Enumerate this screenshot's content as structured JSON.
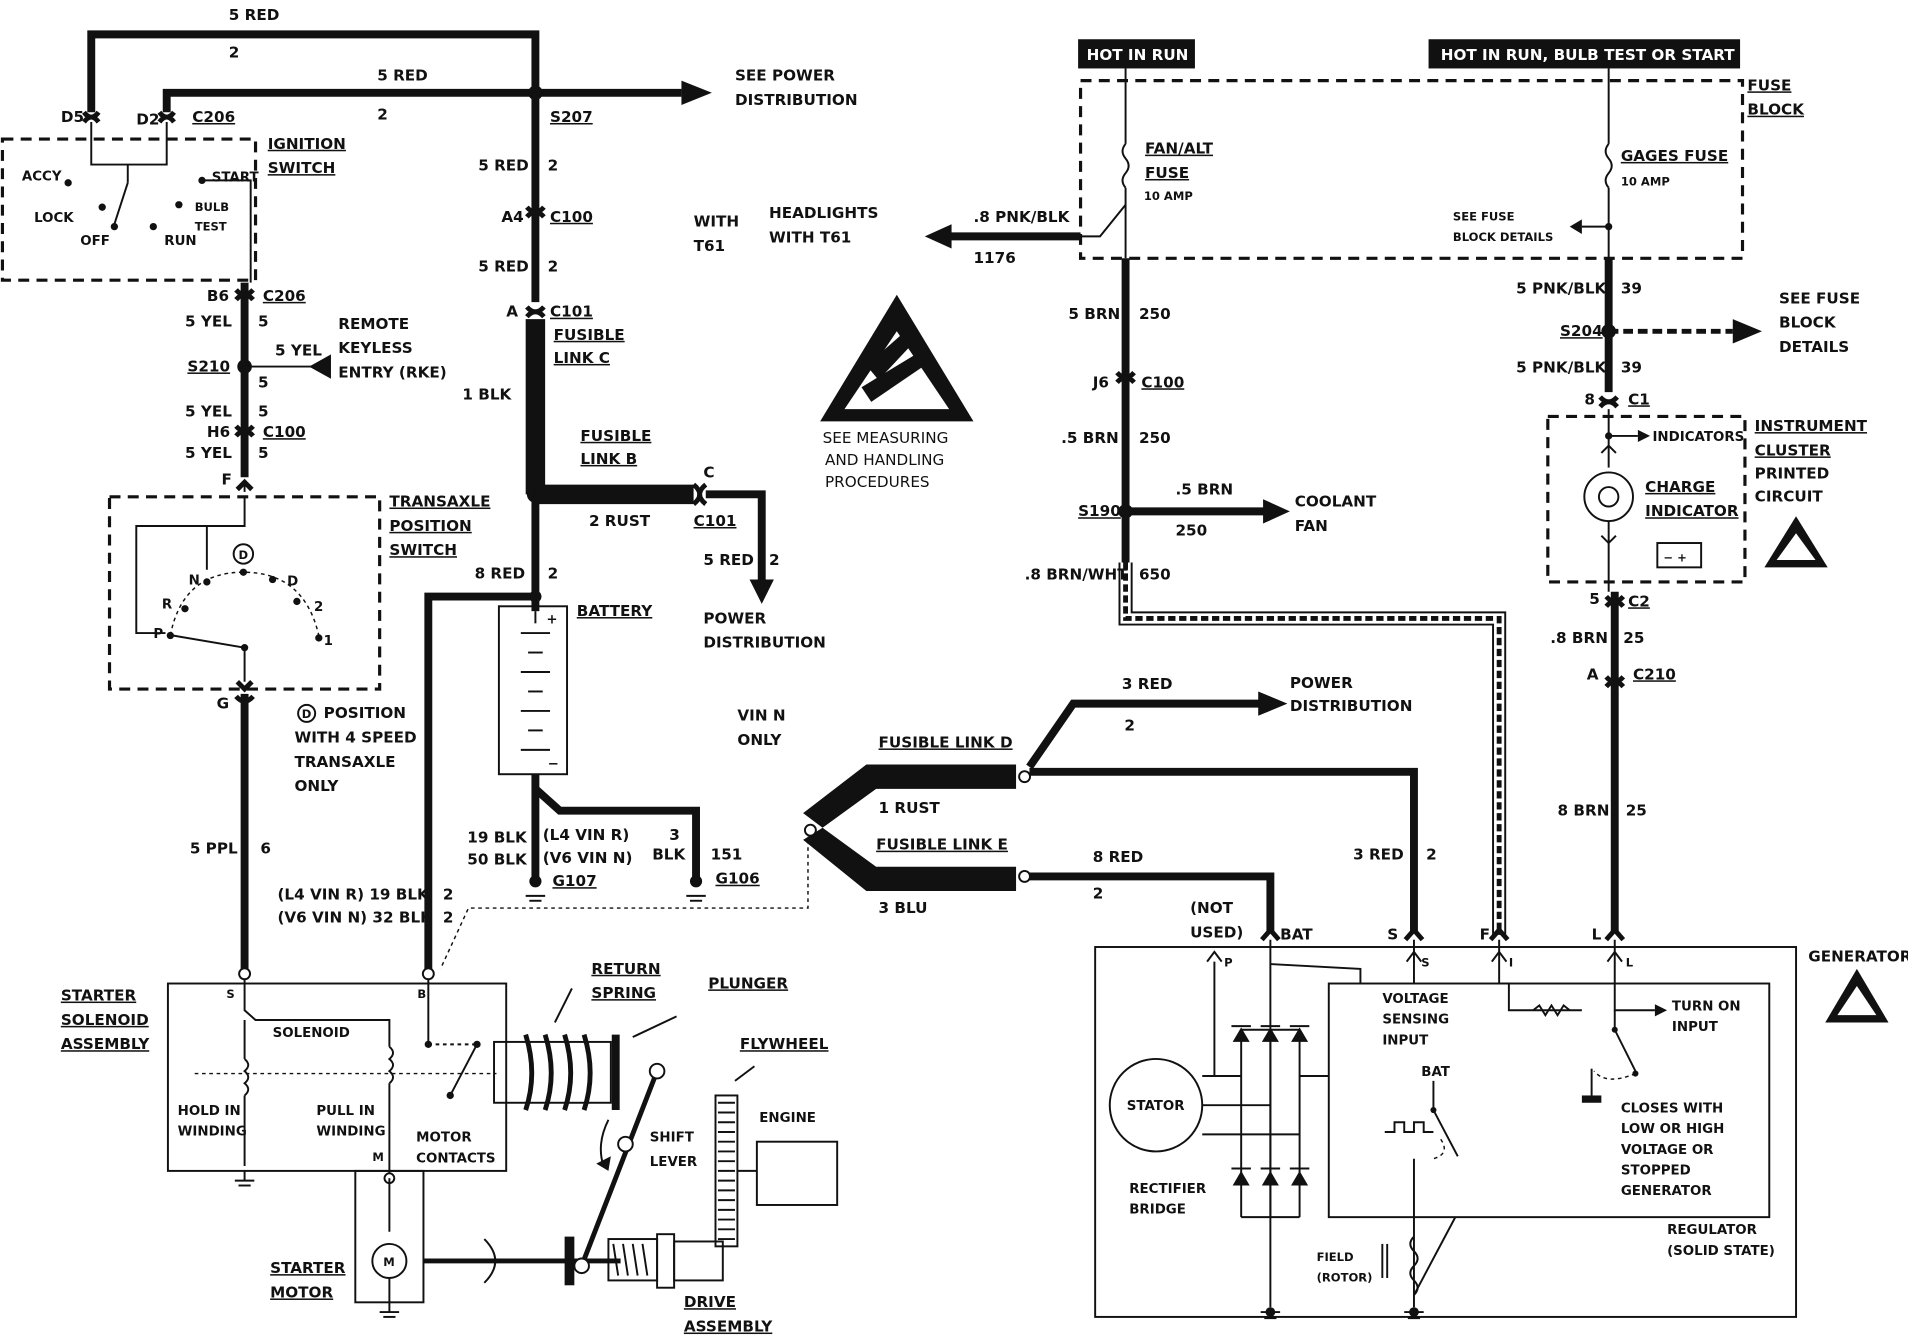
{
  "labels": {
    "w_5red_top": "5 RED",
    "w_2_top": "2",
    "w_5red_2": "5 RED",
    "w_2_b": "2",
    "see_power_distribution": [
      "SEE POWER",
      "DISTRIBUTION"
    ],
    "d5": "D5",
    "d2": "D2",
    "c206_top": "C206",
    "ignition_switch": [
      "IGNITION",
      "SWITCH"
    ],
    "accy": "ACCY",
    "lock": "LOCK",
    "off": "OFF",
    "run": "RUN",
    "start": "START",
    "bulb_test": [
      "BULB",
      "TEST"
    ],
    "s207": "S207",
    "w_5red_3": "5 RED",
    "w_2_c": "2",
    "a4": "A4",
    "c100_a": "C100",
    "w_5red_4": "5 RED",
    "w_2_d": "2",
    "a": "A",
    "c101": "C101",
    "fusible_link_c": [
      "FUSIBLE",
      "LINK C"
    ],
    "w_1blk": "1 BLK",
    "fusible_link_b": [
      "FUSIBLE",
      "LINK B"
    ],
    "c_conn": "C",
    "w_2rust": "2 RUST",
    "c101_b": "C101",
    "w_5red_5": "5 RED",
    "w_2_e": "2",
    "power_distribution_a": [
      "POWER",
      "DISTRIBUTION"
    ],
    "w_8red": "8 RED",
    "w_2_f": "2",
    "battery": "BATTERY",
    "with_t61": [
      "WITH",
      "T61"
    ],
    "headlights": [
      "HEADLIGHTS",
      "WITH T61"
    ],
    "w_8pnkblk": ".8 PNK/BLK",
    "w_1176": "1176",
    "see_measuring": [
      "SEE MEASURING",
      "AND HANDLING",
      "PROCEDURES"
    ],
    "hot_in_run": "HOT IN RUN",
    "hot_in_run_bulb": "HOT IN RUN, BULB TEST OR START",
    "fuse_block": [
      "FUSE",
      "BLOCK"
    ],
    "fan_alt_fuse": [
      "FAN/ALT",
      "FUSE"
    ],
    "ten_amp_a": "10 AMP",
    "gages_fuse": "GAGES FUSE",
    "ten_amp_b": "10 AMP",
    "see_fuse_block_details": [
      "SEE FUSE",
      "BLOCK DETAILS"
    ],
    "w_5brn": "5 BRN",
    "w_250_a": "250",
    "j6": "J6",
    "c100_b": "C100",
    "w_5brn_b": ".5 BRN",
    "w_250_b": "250",
    "s190": "S190",
    "w_5brn_c": ".5 BRN",
    "w_250_c": "250",
    "coolant_fan": [
      "COOLANT",
      "FAN"
    ],
    "w_8brnwht": ".8 BRN/WHT",
    "w_650": "650",
    "w_5pnkblk_a": "5 PNK/BLK",
    "w_39_a": "39",
    "see_fuse_block_details_b": [
      "SEE FUSE",
      "BLOCK",
      "DETAILS"
    ],
    "s204": "S204",
    "w_5pnkblk_b": "5 PNK/BLK",
    "w_39_b": "39",
    "c1_pin": "8",
    "c1": "C1",
    "indicators": "INDICATORS",
    "instrument_cluster": [
      "INSTRUMENT",
      "CLUSTER"
    ],
    "printed_circuit": [
      "PRINTED",
      "CIRCUIT"
    ],
    "charge_indicator": [
      "CHARGE",
      "INDICATOR"
    ],
    "c2_pin": "5",
    "c2": "C2",
    "w_8brn_a": ".8 BRN",
    "w_25_a": "25",
    "a_c210": "A",
    "c210": "C210",
    "w_8brn_b": "8 BRN",
    "w_25_b": "25",
    "b6": "B6",
    "c206_b": "C206",
    "w_5yel_a": "5 YEL",
    "w_5_a": "5",
    "remote_keyless": [
      "REMOTE",
      "KEYLESS",
      "ENTRY (RKE)"
    ],
    "s210": "S210",
    "w_5yel_b": "5 YEL",
    "w_5_b": "5",
    "w_5yel_c": "5 YEL",
    "w_5_c": "5",
    "h6": "H6",
    "c100_c": "C100",
    "w_5yel_d": "5 YEL",
    "w_5_d": "5",
    "f_pin": "F",
    "transaxle_position_switch": [
      "TRANSAXLE",
      "POSITION",
      "SWITCH"
    ],
    "tx_d": "D",
    "tx_n": "N",
    "tx_r": "R",
    "tx_p": "P",
    "tx_d2": "D",
    "tx_2": "2",
    "tx_1": "1",
    "g_pin": "G",
    "d_position": [
      "POSITION",
      "WITH 4 SPEED",
      "TRANSAXLE",
      "ONLY"
    ],
    "d_circle": "D",
    "w_5ppl": "5 PPL",
    "w_6": "6",
    "w_l4_19blk": "(L4 VIN R) 19 BLK",
    "w_v6_32blk": "(V6 VIN N) 32 BLK",
    "w_2_g": "2",
    "w_2_h": "2",
    "w_19blk": "19 BLK",
    "w_50blk": "50 BLK",
    "l4_vinr": "(L4 VIN R)",
    "v6_vinn": "(V6 VIN N)",
    "w_3": "3",
    "w_blk": "BLK",
    "w_151": "151",
    "g107": "G107",
    "g106": "G106",
    "vin_n_only": [
      "VIN N",
      "ONLY"
    ],
    "fusible_link_d": "FUSIBLE LINK D",
    "w_1rust": "1 RUST",
    "fusible_link_e": "FUSIBLE LINK E",
    "w_3blu": "3 BLU",
    "w_3red_a": "3 RED",
    "w_2_i": "2",
    "power_distribution_b": [
      "POWER",
      "DISTRIBUTION"
    ],
    "w_8red_b": "8 RED",
    "w_2_j": "2",
    "w_3red_b": "3 RED",
    "w_2_k": "2",
    "not_used": [
      "(NOT",
      "USED)"
    ],
    "bat_pin": "BAT",
    "s_pin": "S",
    "f_pin_gen": "F",
    "l_pin": "L",
    "p_small": "P",
    "s_small": "S",
    "i_small": "I",
    "l_small": "L",
    "generator": "GENERATOR",
    "voltage_sensing_input": [
      "VOLTAGE",
      "SENSING",
      "INPUT"
    ],
    "turn_on_input": [
      "TURN ON",
      "INPUT"
    ],
    "bat_reg": "BAT",
    "stator": "STATOR",
    "rectifier_bridge": [
      "RECTIFIER",
      "BRIDGE"
    ],
    "closes_with": [
      "CLOSES WITH",
      "LOW OR HIGH",
      "VOLTAGE OR",
      "STOPPED",
      "GENERATOR"
    ],
    "regulator": [
      "REGULATOR",
      "(SOLID STATE)"
    ],
    "field_rotor": [
      "FIELD",
      "(ROTOR)"
    ],
    "starter_solenoid_assembly": [
      "STARTER",
      "SOLENOID",
      "ASSEMBLY"
    ],
    "s_term": "S",
    "b_term": "B",
    "m_term": "M",
    "solenoid": "SOLENOID",
    "hold_in_winding": [
      "HOLD IN",
      "WINDING"
    ],
    "pull_in_winding": [
      "PULL IN",
      "WINDING"
    ],
    "motor_contacts": [
      "MOTOR",
      "CONTACTS"
    ],
    "return_spring": [
      "RETURN",
      "SPRING"
    ],
    "plunger": "PLUNGER",
    "flywheel": "FLYWHEEL",
    "engine": "ENGINE",
    "shift_lever": [
      "SHIFT",
      "LEVER"
    ],
    "starter_motor": [
      "STARTER",
      "MOTOR"
    ],
    "motor_m": "M",
    "drive_assembly": [
      "DRIVE",
      "ASSEMBLY"
    ]
  }
}
